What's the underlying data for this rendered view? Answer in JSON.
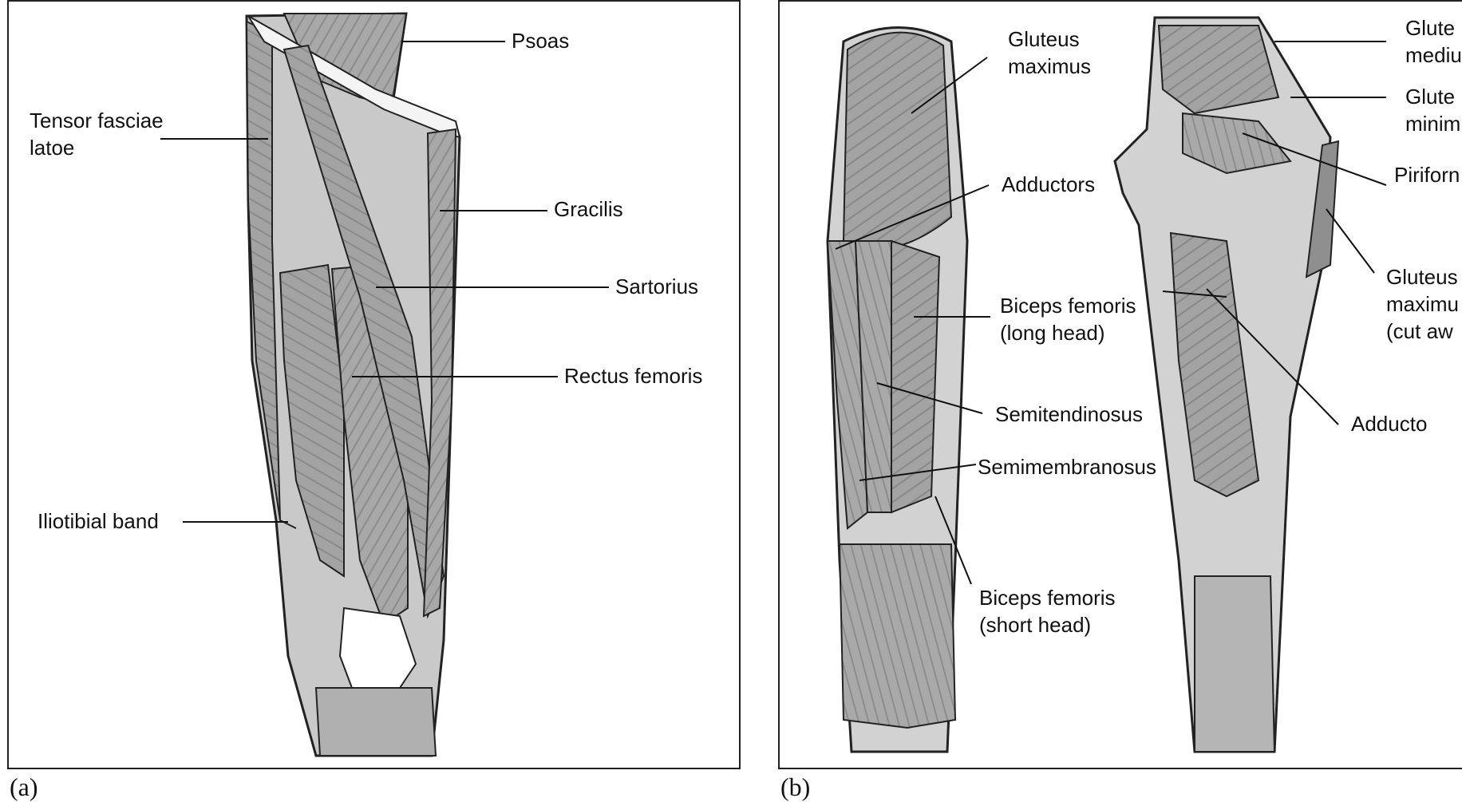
{
  "panels": [
    {
      "caption": "(a)",
      "labels": {
        "psoas": "Psoas",
        "tensor_line1": "Tensor fasciae",
        "tensor_line2": "latoe",
        "gracilis": "Gracilis",
        "sartorius": "Sartorius",
        "rectus_femoris": "Rectus femoris",
        "iliotibial_band": "Iliotibial band"
      }
    },
    {
      "caption": "(b)",
      "labels": {
        "gluteus_maximus_line1": "Gluteus",
        "gluteus_maximus_line2": "maximus",
        "adductors": "Adductors",
        "biceps_long_line1": "Biceps femoris",
        "biceps_long_line2": "(long head)",
        "semitendinosus": "Semitendinosus",
        "semimembranosus": "Semimembranosus",
        "biceps_short_line1": "Biceps femoris",
        "biceps_short_line2": "(short head)",
        "gluteus_medius_line1": "Glute",
        "gluteus_medius_line2": "mediu",
        "gluteus_minimus_line1": "Glute",
        "gluteus_minimus_line2": "minim",
        "piriformis": "Piriforn",
        "gluteus_cut_line1": "Gluteus",
        "gluteus_cut_line2": "maximu",
        "gluteus_cut_line3": "(cut  aw",
        "adductor_right": "Adducto"
      }
    }
  ],
  "colors": {
    "muscle_dark": "#8f8f8f",
    "muscle_mid": "#a6a6a6",
    "muscle_light": "#c8c8c8",
    "tendon": "#ffffff",
    "outline": "#222222"
  }
}
